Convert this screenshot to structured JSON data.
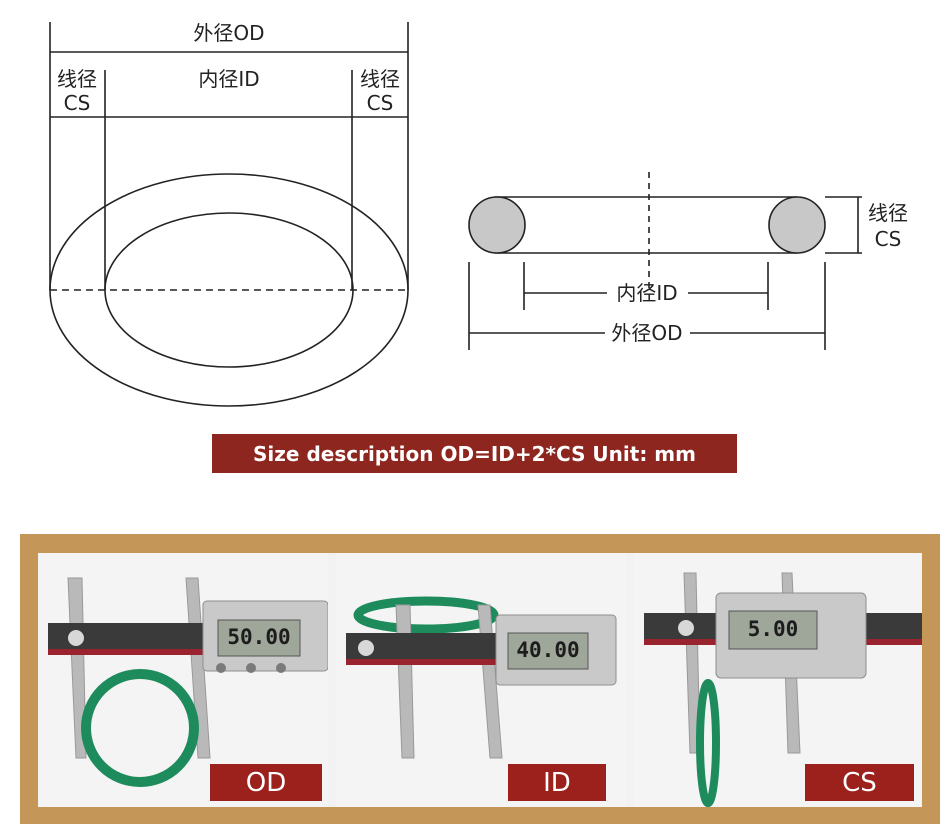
{
  "ring_diagram": {
    "od_label": "外径OD",
    "cs_left_top": "线径",
    "cs_left_bottom": "CS",
    "id_label": "内径ID",
    "cs_right_top": "线径",
    "cs_right_bottom": "CS"
  },
  "section_diagram": {
    "cs_top": "线径",
    "cs_bottom": "CS",
    "id_label": "内径ID",
    "od_label": "外径OD"
  },
  "size_banner": "Size description OD=ID+2*CS Unit: mm",
  "photos": [
    {
      "readout": "50.00",
      "tag": "OD"
    },
    {
      "readout": "40.00",
      "tag": "ID"
    },
    {
      "readout": "5.00",
      "tag": "CS"
    }
  ],
  "colors": {
    "banner_bg": "#8e2620",
    "frame": "#c49658",
    "ring_green": "#1e8b5c",
    "section_fill": "#c8c8c8",
    "tag_bg": "#9c211c"
  }
}
